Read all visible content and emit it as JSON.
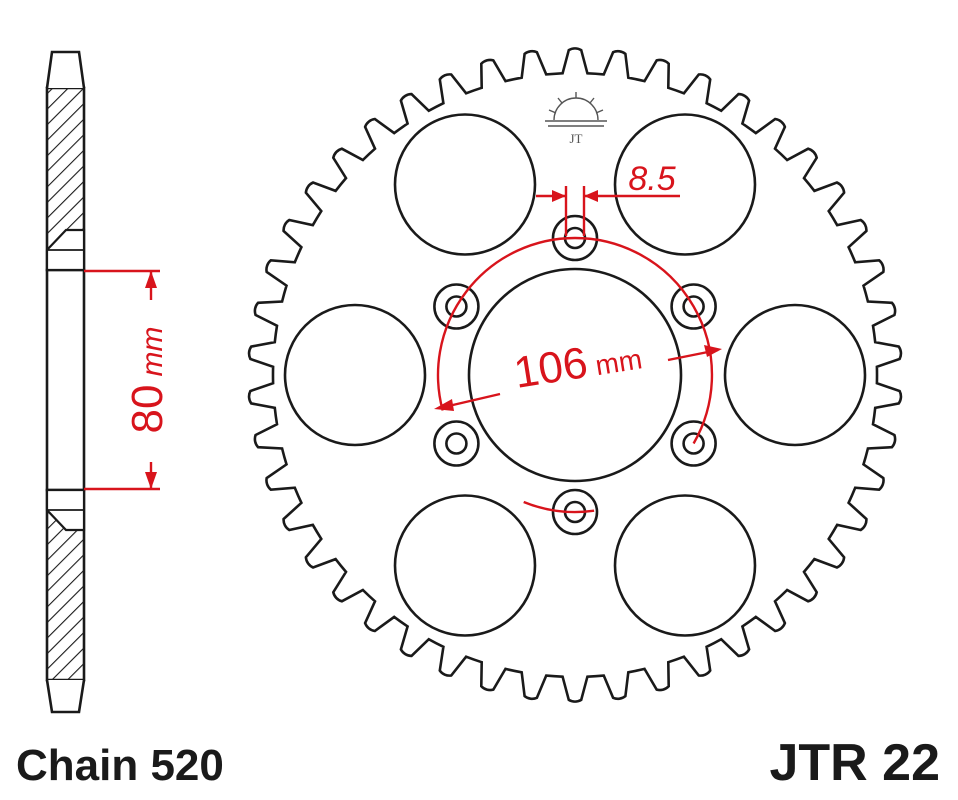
{
  "colors": {
    "outline": "#1a1a1a",
    "dimension": "#d8141c",
    "hatch": "#1a1a1a",
    "background": "#ffffff"
  },
  "sprocket": {
    "teeth": 46,
    "mounting_holes": 6,
    "lightening_holes": 6
  },
  "dimensions": {
    "bolt_hole": {
      "value": "8.5"
    },
    "bolt_circle": {
      "value": "106",
      "unit": "mm"
    },
    "center_bore": {
      "value": "80",
      "unit": "mm"
    }
  },
  "footer": {
    "chain_label": "Chain 520",
    "part_number": "JTR 22"
  },
  "logo": {
    "icon": "jt-sun-logo-icon"
  }
}
